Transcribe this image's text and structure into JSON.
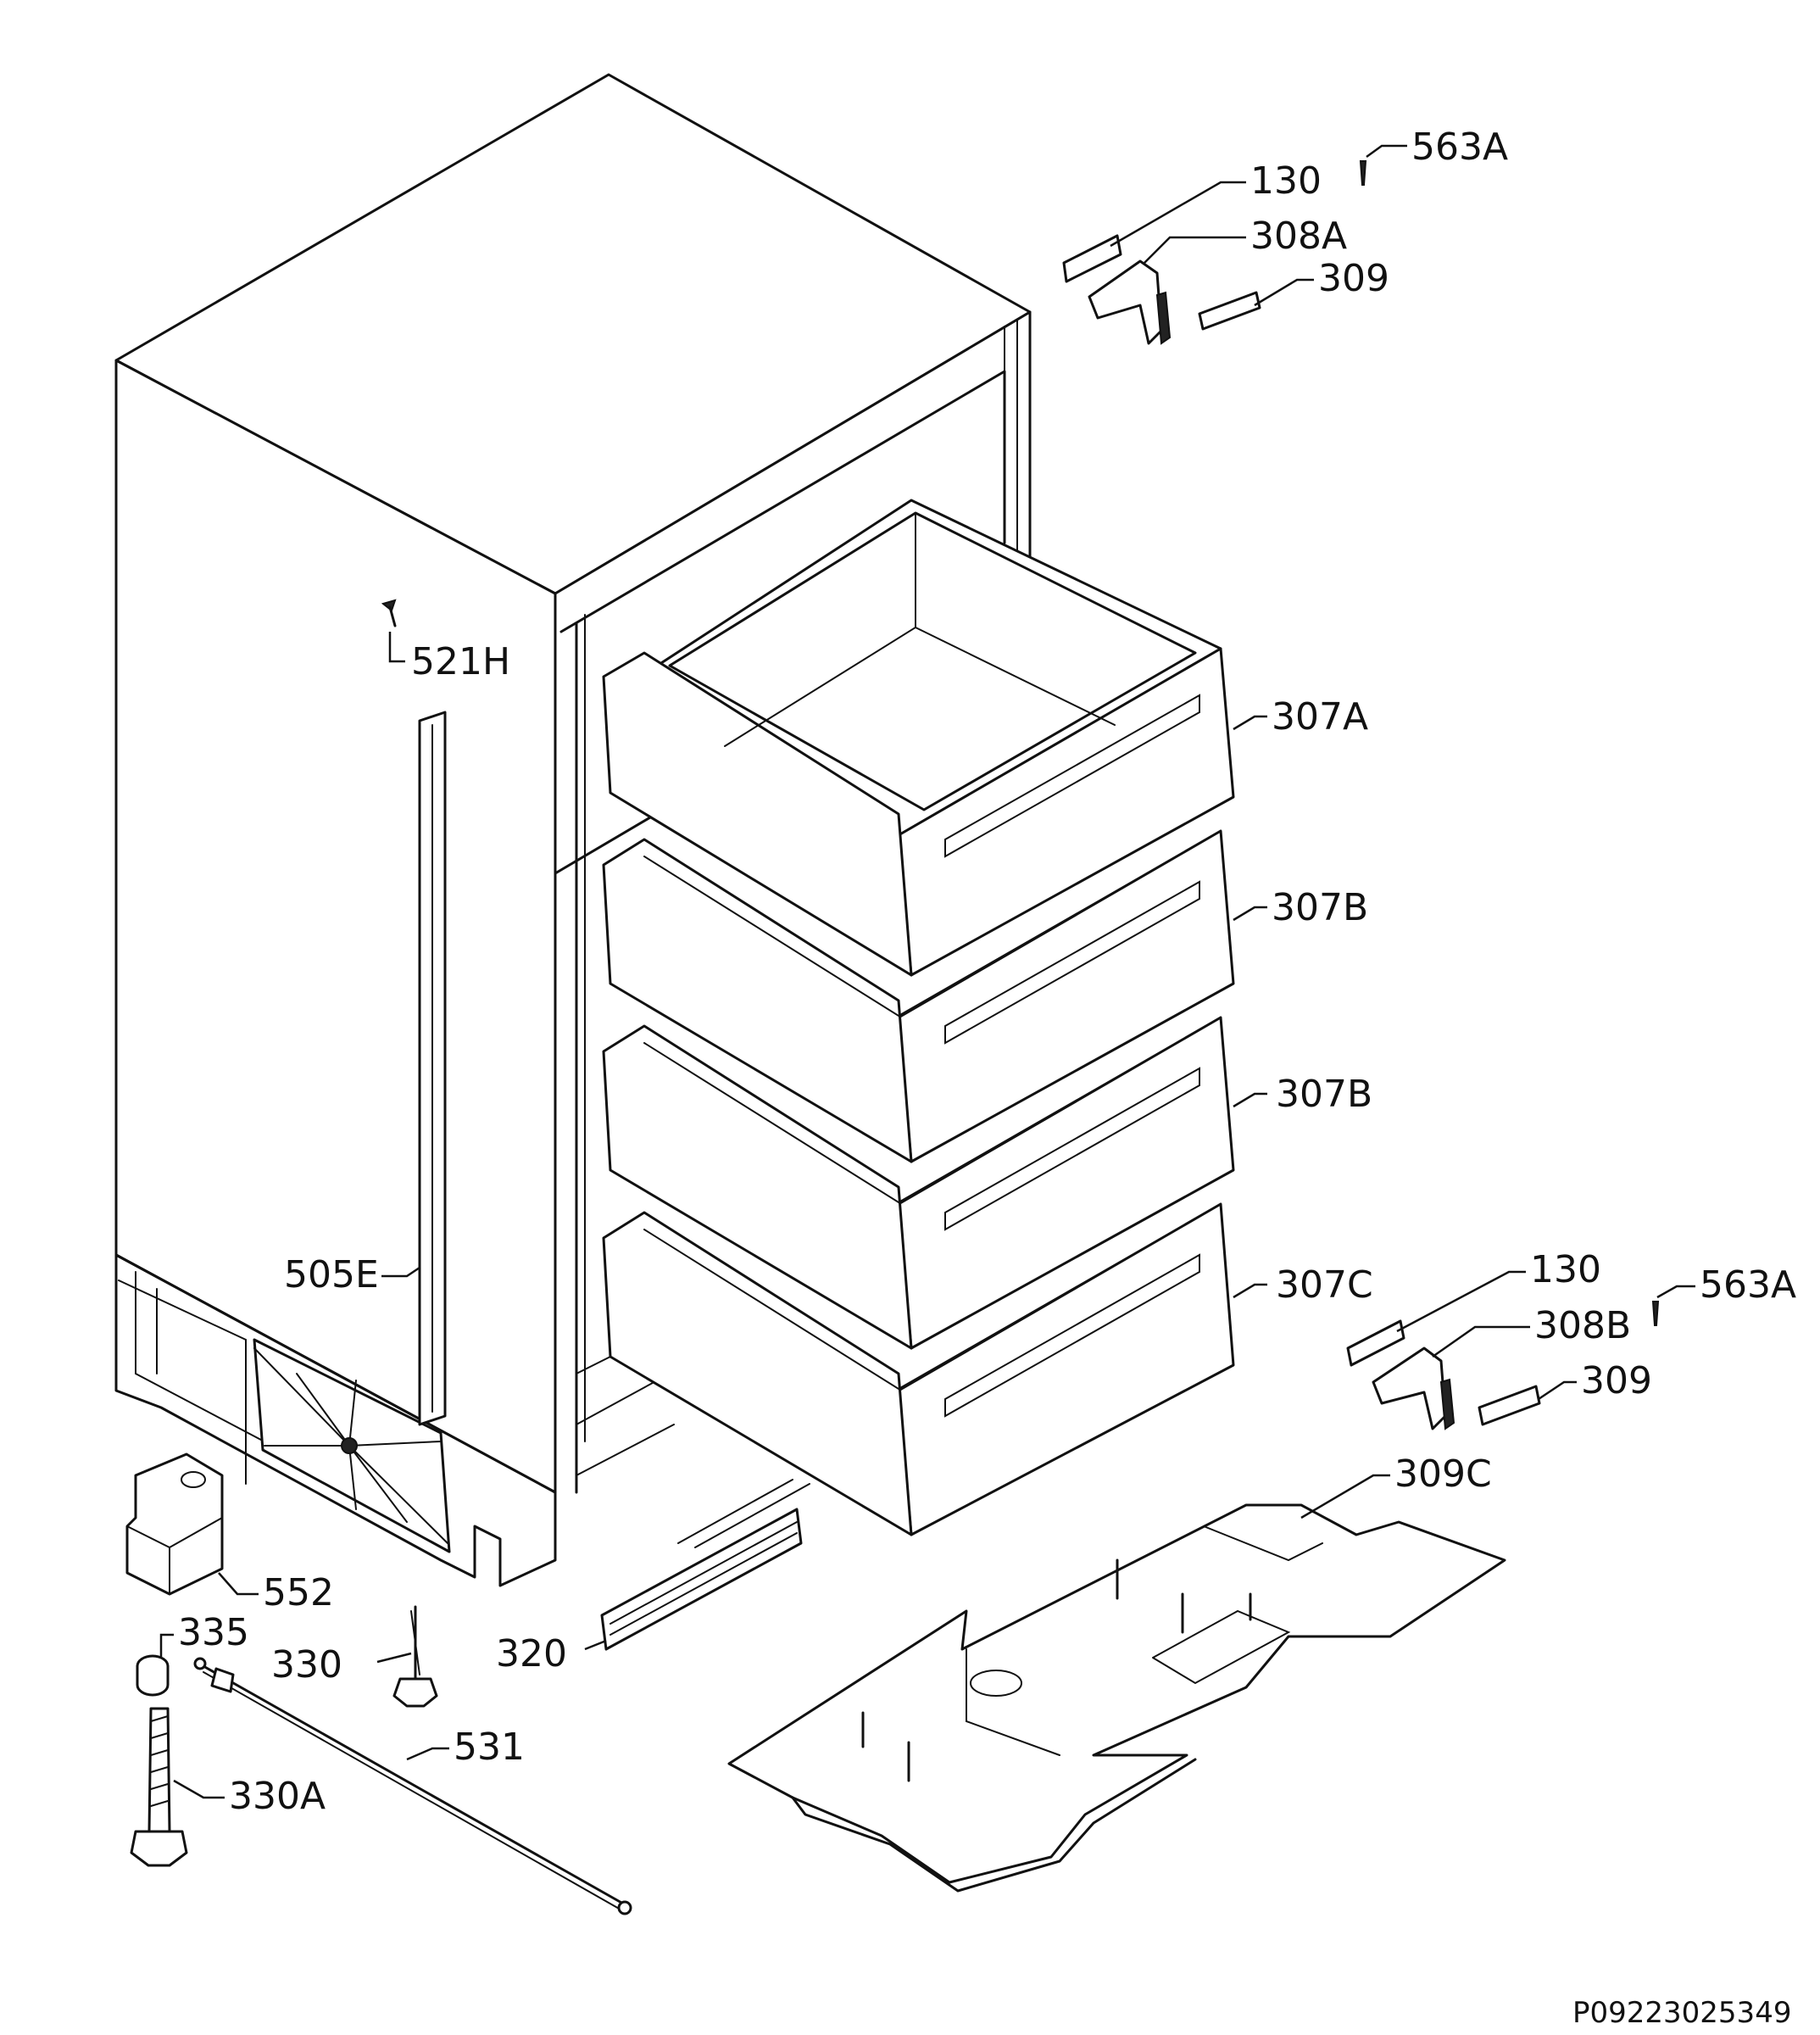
{
  "diagram": {
    "drawing_code": "P09223025349",
    "labels": {
      "l563a_top": "563A",
      "l130_top": "130",
      "l308a": "308A",
      "l309_top": "309",
      "l521h": "521H",
      "l307a": "307A",
      "l307b_1": "307B",
      "l307b_2": "307B",
      "l307c": "307C",
      "l505e": "505E",
      "l130_bottom": "130",
      "l563a_bottom": "563A",
      "l308b": "308B",
      "l309_bottom": "309",
      "l309c": "309C",
      "l552": "552",
      "l335": "335",
      "l330": "330",
      "l320": "320",
      "l531": "531",
      "l330a": "330A"
    }
  }
}
